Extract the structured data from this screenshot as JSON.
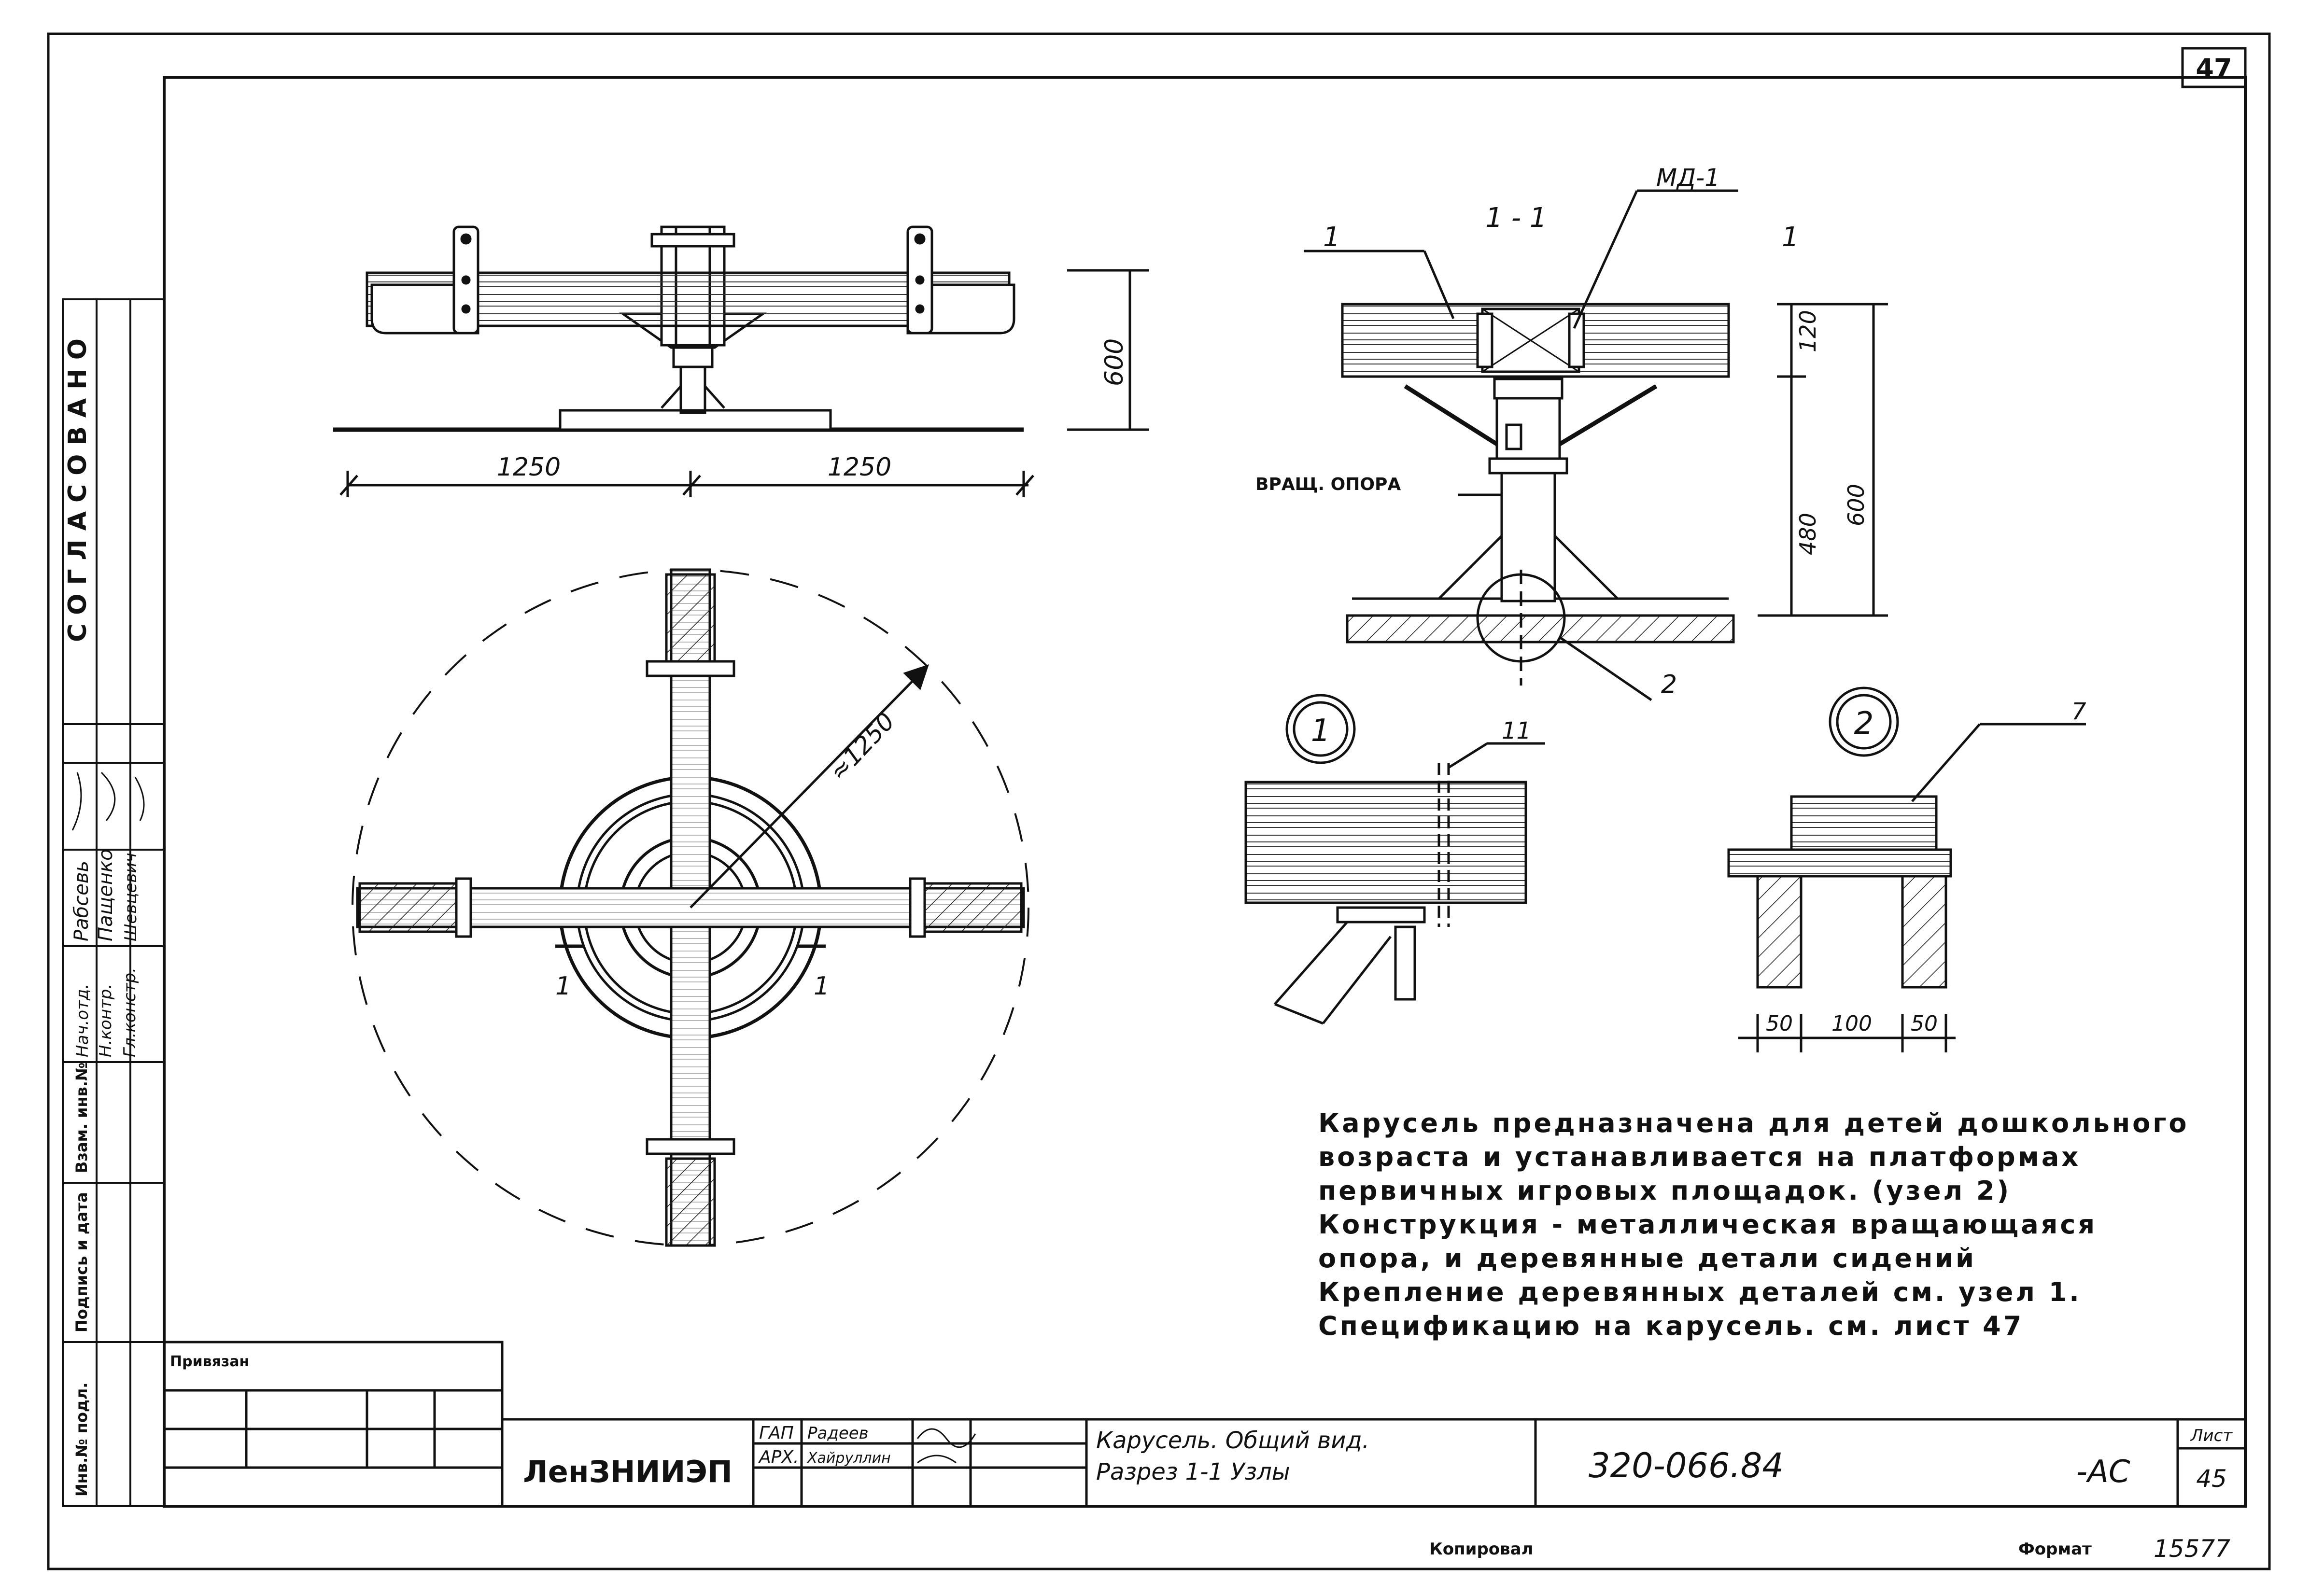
{
  "sheet_number": "47",
  "approval_label": "СОГЛАСОВАНО",
  "signature_roles": [
    "Нач.отд.",
    "Н.контр.",
    "Гл.констр."
  ],
  "signature_names": [
    "Рабсевь",
    "Пащенко",
    "Шевцевич"
  ],
  "stamp_columns": [
    "Инв.№ подл.",
    "Подпись и дата",
    "Взам. инв.№"
  ],
  "views": {
    "top_dims": [
      "1250",
      "1250"
    ],
    "top_height": "600",
    "plan_radius": "≈1250",
    "plan_section_mark": "1",
    "section_title": "1 - 1",
    "section_ref_left": "1",
    "section_ref_right": "1",
    "section_md": "МД-1",
    "section_support": "ВРАЩ. ОПОРА",
    "section_dims": [
      "120",
      "480",
      "600"
    ],
    "section_node": "2",
    "node1_label": "1",
    "node1_ref": "11",
    "node2_label": "2",
    "node2_ref": "7",
    "node2_dims": [
      "50",
      "100",
      "50"
    ]
  },
  "notes": [
    "Карусель предназначена для детей дошкольного",
    "возраста и устанавливается на платформах",
    "первичных игровых площадок. (узел 2)",
    "Конструкция - металлическая вращающаяся",
    "опора, и деревянные детали сидений",
    "Крепление деревянных деталей см. узел 1.",
    "Спецификацию на карусель. см. лист 47"
  ],
  "title_block": {
    "tied_label": "Привязан",
    "org": "ЛенЗНИИЭП",
    "roles": [
      "ГАП",
      "АРХ."
    ],
    "names": [
      "Радеев",
      "Хайруллин"
    ],
    "title_line1": "Карусель. Общий вид.",
    "title_line2": "Разрез 1-1 Узлы",
    "doc_code": "320-066.84",
    "section_code": "-АС",
    "sheet_label": "Лист",
    "sheet_value": "45"
  },
  "footer": {
    "copied": "Копировал",
    "format": "Формат",
    "stamp_num": "15577"
  }
}
